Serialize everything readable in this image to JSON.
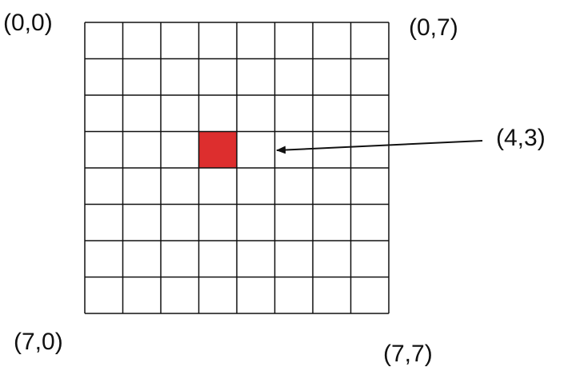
{
  "grid": {
    "rows": 8,
    "cols": 8,
    "line_color": "#111111",
    "highlight_color": "#dd2e2e",
    "highlighted_cell": {
      "row": 4,
      "col": 3
    }
  },
  "labels": {
    "top_left": "(0,0)",
    "top_right": "(0,7)",
    "bottom_left": "(7,0)",
    "bottom_right": "(7,7)",
    "highlight": "(4,3)"
  }
}
